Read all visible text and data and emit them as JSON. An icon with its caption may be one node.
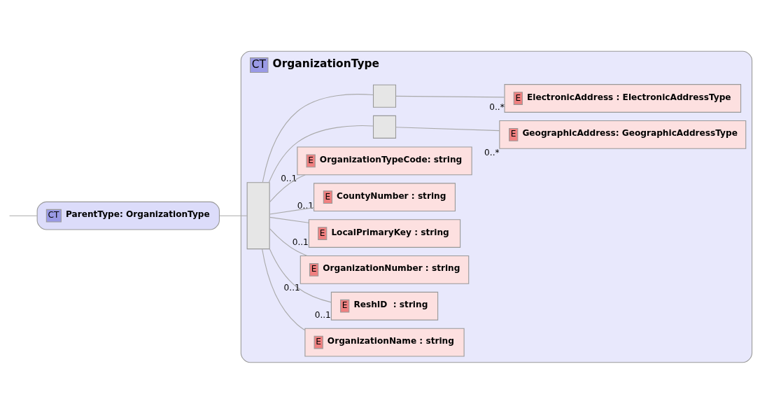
{
  "diagram": {
    "nodes": [
      {
        "text": [
          "CT",
          "ParentType: OrganizationType"
        ]
      },
      {
        "text": [
          "CT",
          "OrganizationType"
        ]
      },
      {
        "text": [],
        "shape": "box",
        "in": 1
      },
      {
        "text": [
          "E",
          "OrganizationName : string"
        ],
        "in": 1
      },
      {
        "text": [
          "E",
          "ReshID  : string"
        ],
        "in": 1,
        "beside": [
          "0..1"
        ]
      },
      {
        "text": [
          "E",
          "OrganizationNumber : string"
        ],
        "in": 1,
        "beside": [
          "0..1"
        ]
      },
      {
        "text": [
          "E",
          "LocalPrimaryKey : string"
        ],
        "in": 1,
        "beside": [
          "0..1"
        ]
      },
      {
        "text": [
          "E",
          "CountyNumber : string"
        ],
        "in": 1,
        "beside": [
          "0..1"
        ]
      },
      {
        "text": [
          "E",
          "OrganizationTypeCode: string"
        ],
        "in": 1,
        "beside": [
          "0..1"
        ]
      },
      {
        "text": [],
        "shape": "box",
        "in": 1
      },
      {
        "text": [
          "E",
          "GeographicAddress: GeographicAddressType"
        ],
        "in": 1,
        "beside": [
          "0..*"
        ]
      },
      {
        "text": [],
        "shape": "box",
        "in": 1
      },
      {
        "text": [
          "E",
          "ElectronicAddress : ElectronicAddressType"
        ],
        "in": 1,
        "beside": [
          "0..*"
        ]
      }
    ],
    "edges": [
      {
        "from": null,
        "to": 0,
        "arrow": "none"
      },
      {
        "from": 0,
        "to": 2,
        "arrow": "none"
      },
      {
        "from": 2,
        "to": 3,
        "arrow": "none"
      },
      {
        "from": 2,
        "to": 4,
        "arrow": "none"
      },
      {
        "from": 2,
        "to": 5,
        "arrow": "none"
      },
      {
        "from": 2,
        "to": 6,
        "arrow": "none"
      },
      {
        "from": 2,
        "to": 7,
        "arrow": "none"
      },
      {
        "from": 2,
        "to": 8,
        "arrow": "none"
      },
      {
        "from": 2,
        "to": 9,
        "arrow": "none"
      },
      {
        "from": 9,
        "to": 10,
        "arrow": "none"
      },
      {
        "from": 2,
        "to": 11,
        "arrow": "none"
      },
      {
        "from": 11,
        "to": 12,
        "arrow": "none"
      }
    ]
  }
}
